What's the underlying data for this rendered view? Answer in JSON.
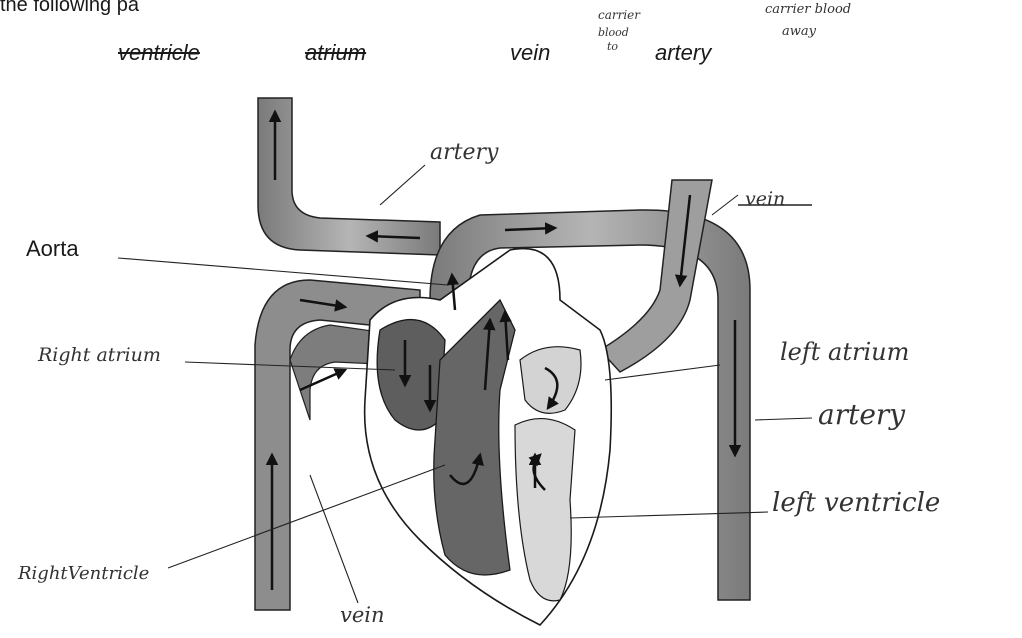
{
  "instruction": "the following pa",
  "word_bank": {
    "ventricle": "ventricle",
    "atrium": "atrium",
    "vein": "vein",
    "artery": "artery"
  },
  "notes": {
    "vein_note_1": "carrier",
    "vein_note_2": "blood",
    "vein_note_3": "to",
    "artery_note_1": "carrier blood",
    "artery_note_2": "away"
  },
  "labels": {
    "artery_top": "artery",
    "vein_top_right": "vein",
    "aorta": "Aorta",
    "right_atrium": "Right atrium",
    "left_atrium": "left atrium",
    "artery_right": "artery",
    "left_ventricle": "left ventricle",
    "right_ventricle": "RightVentricle",
    "vein_bottom": "vein"
  },
  "colors": {
    "vessel_fill": "#9a9a9a",
    "vessel_dark": "#6e6e6e",
    "deoxy_chamber": "#6a6a6a",
    "oxy_chamber": "#d6d6d6",
    "outline": "#1a1a1a"
  }
}
